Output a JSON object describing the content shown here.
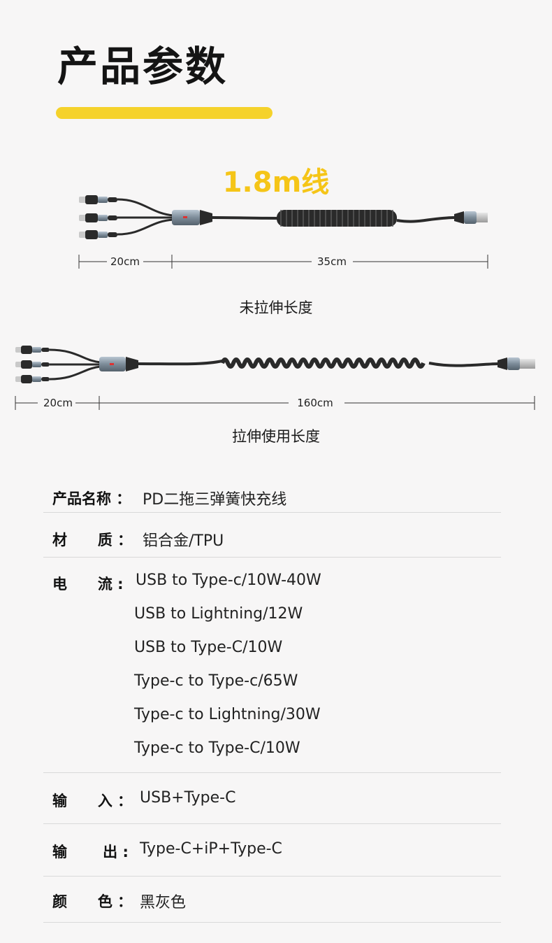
{
  "header": {
    "title": "产品参数"
  },
  "diagram": {
    "length_label": "1.8m线",
    "unstretched": {
      "left_dim": "20cm",
      "right_dim": "35cm",
      "caption": "未拉伸长度"
    },
    "stretched": {
      "left_dim": "20cm",
      "right_dim": "160cm",
      "caption": "拉伸使用长度"
    }
  },
  "params": {
    "name": {
      "label": "产品名称 ：",
      "value": "PD二拖三弹簧快充线"
    },
    "material": {
      "label": "材      质 ：",
      "value": "铝合金/TPU"
    },
    "current": {
      "label": "电      流 :",
      "lines": [
        "USB to Type-c/10W-40W",
        "USB to Lightning/12W",
        "USB to Type-C/10W",
        "Type-c to Type-c/65W",
        "Type-c to Lightning/30W",
        "Type-c to Type-C/10W"
      ]
    },
    "input": {
      "label": "输      入 ：",
      "value": "USB+Type-C"
    },
    "output": {
      "label": "输       出 :",
      "value": "Type-C+iP+Type-C"
    },
    "color": {
      "label": "颜      色 ：",
      "value": "黑灰色"
    }
  }
}
